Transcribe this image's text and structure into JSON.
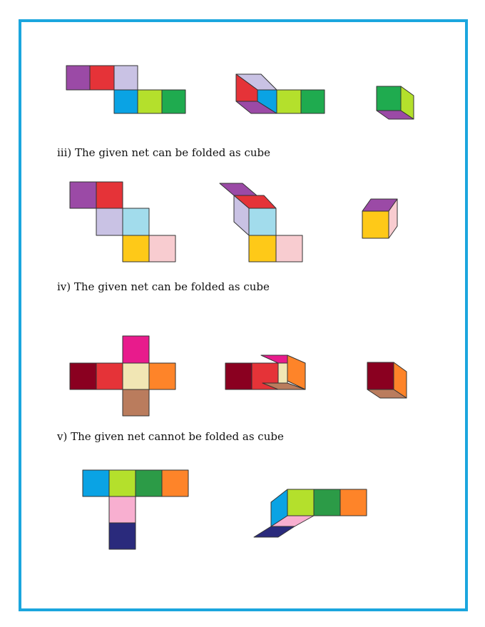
{
  "captions": {
    "iii": "iii) The given net can be folded as cube",
    "iv": "iv) The given net can be folded as cube",
    "v": "v) The given net cannot be folded as cube"
  },
  "colors": {
    "purple": "#9b4aa6",
    "red": "#e53338",
    "lavender": "#c9c2e4",
    "blue": "#0aa3e4",
    "lime": "#b4e02c",
    "green": "#1fab4f",
    "light_blue": "#a2dcec",
    "yellow": "#fec918",
    "pink": "#f8ccd0",
    "magenta": "#e81b8c",
    "maroon": "#8a0020",
    "cream": "#f1e6b4",
    "orange": "#fe8429",
    "brown": "#ba7c5d",
    "dark_green": "#2c9b47",
    "light_pink": "#f8afd0",
    "navy": "#2a2a7c",
    "frame": "#1ba6de"
  }
}
